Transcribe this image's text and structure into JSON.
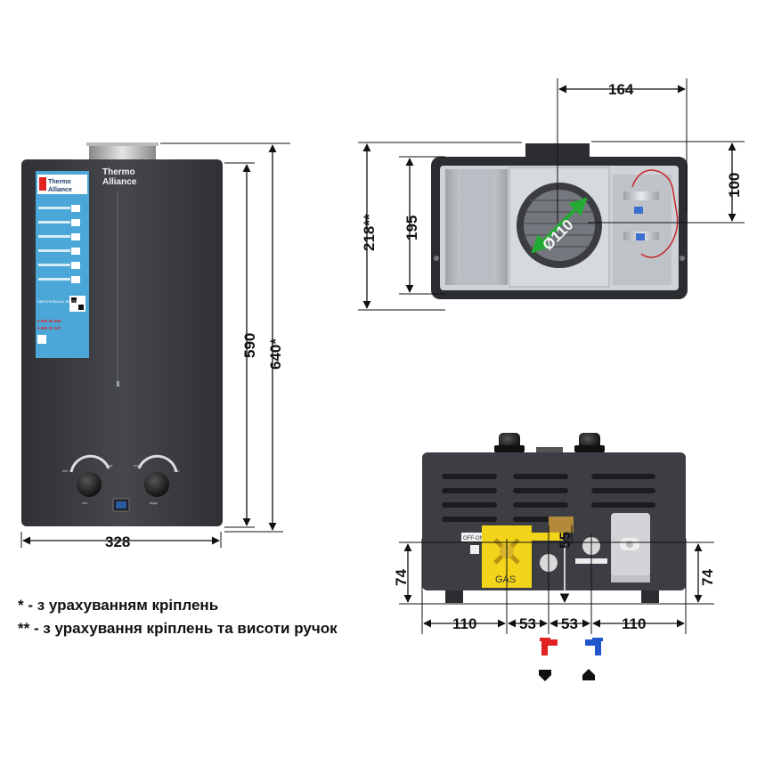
{
  "product": {
    "brand_line1": "Thermo",
    "brand_line2": "Alliance",
    "tank_knob_label_left": "лит",
    "tank_knob_label_right": "вода",
    "label_card_title1": "Thermo",
    "label_card_title2": "Alliance",
    "label_card_badge": "ЄВРОПЕЙСЬКА ЯКІСТЬ",
    "label_card_phone1": "0 800 20 008",
    "label_card_phone2": "0 800 20 147"
  },
  "front_view": {
    "width": "328",
    "height_body": "590",
    "height_total": "640*"
  },
  "top_view": {
    "width_offset": "164",
    "depth_flue": "100",
    "height_body": "195",
    "height_total": "218**",
    "flue_diameter": "Ø110"
  },
  "bottom_view": {
    "left_spacing": "110",
    "gas_spacing": "53",
    "water_spacing": "53",
    "right_spacing": "110",
    "pipe_offset": "55",
    "left_height": "74",
    "right_height": "74",
    "gas_label": "GAS",
    "offon_label": "OFF-ON"
  },
  "notes": {
    "note1": "* - з урахуванням кріплень",
    "note2": "** - з урахування кріплень та висоти ручок"
  },
  "colors": {
    "body": "#3d3f44",
    "card": "#4ba7d8",
    "gas_plate": "#f2d51a",
    "hot": "#e02222",
    "cold": "#2255cc",
    "arrow": "#22aa33"
  },
  "icons": {
    "hot": "hot-water-tap-icon",
    "cold": "cold-water-tap-icon",
    "out": "outlet-arrow-icon",
    "in": "inlet-arrow-icon"
  }
}
